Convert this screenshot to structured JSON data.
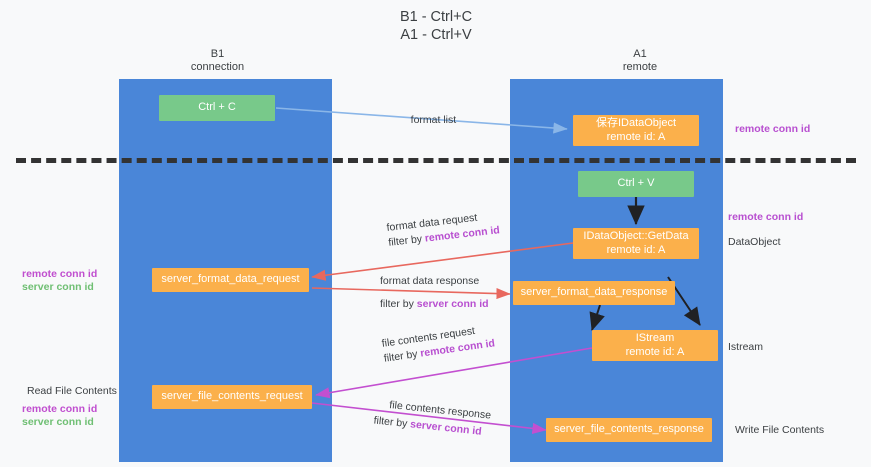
{
  "title": "B1 - Ctrl+C\nA1 - Ctrl+V",
  "columns": [
    {
      "name": "column-b1",
      "label": "B1\nconnection"
    },
    {
      "name": "column-a1",
      "label": "A1\nremote"
    }
  ],
  "nodes": [
    {
      "id": "ctrl-c",
      "label": "Ctrl + C"
    },
    {
      "id": "save-idataobject",
      "label": "保存IDataObject\nremote id: A"
    },
    {
      "id": "ctrl-v",
      "label": "Ctrl + V"
    },
    {
      "id": "idataobject-getdata",
      "label": "IDataObject::GetData\nremote id: A"
    },
    {
      "id": "server-format-data-request",
      "label": "server_format_data_request"
    },
    {
      "id": "server-format-data-response",
      "label": "server_format_data_response"
    },
    {
      "id": "istream",
      "label": "IStream\nremote id: A"
    },
    {
      "id": "server-file-contents-request",
      "label": "server_file_contents_request"
    },
    {
      "id": "server-file-contents-response",
      "label": "server_file_contents_response"
    }
  ],
  "arrow_labels": [
    {
      "id": "format-list",
      "line1": "format list",
      "line2": "",
      "line2_accent": ""
    },
    {
      "id": "format-data-request",
      "line1": "format data request",
      "line2": "filter by ",
      "line2_accent": "remote conn id"
    },
    {
      "id": "format-data-response",
      "line1": "format data response",
      "line2": "filter by ",
      "line2_accent": "server conn id"
    },
    {
      "id": "file-contents-request",
      "line1": "file contents request",
      "line2": "filter by ",
      "line2_accent": "remote conn id"
    },
    {
      "id": "file-contents-response",
      "line1": "file contents response",
      "line2": "filter by ",
      "line2_accent": "server conn id"
    }
  ],
  "side_labels": {
    "right_remote_conn_id_top": "remote conn id",
    "right_remote_conn_id_mid": "remote conn id",
    "right_dataobject": "DataObject",
    "right_istream": "Istream",
    "right_write_file_contents": "Write File Contents",
    "left_read_file_contents": "Read File Contents"
  },
  "legends": [
    {
      "id": "legend-mid",
      "remote": "remote conn id",
      "server": "server conn id"
    },
    {
      "id": "legend-bottom",
      "remote": "remote conn id",
      "server": "server conn id"
    }
  ],
  "colors": {
    "lane": "#4a86d8",
    "green_node": "#78c98a",
    "orange_node": "#fbb04b",
    "background": "#f8f9fa",
    "divider": "#333333",
    "arrow_blue": "#8ab6e8",
    "arrow_red": "#e8685e",
    "arrow_magenta": "#c34fd0",
    "arrow_black": "#202124",
    "accent_purple": "#b84fd0",
    "accent_green": "#6fbf73"
  }
}
